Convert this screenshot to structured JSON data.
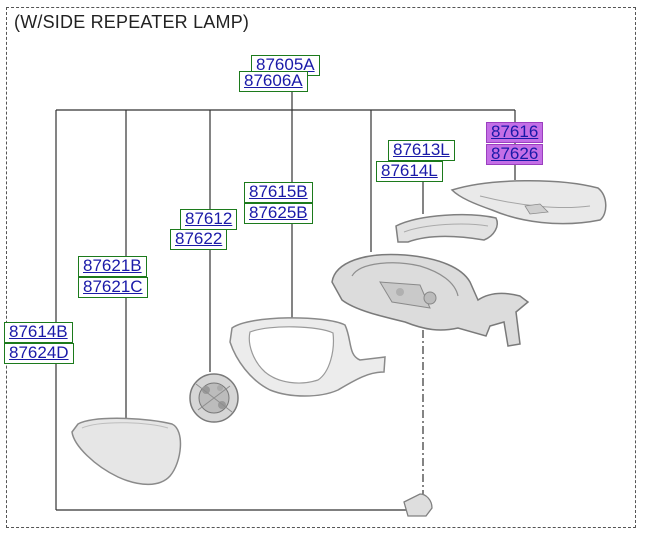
{
  "header": {
    "title": "(W/SIDE REPEATER LAMP)"
  },
  "part_labels": {
    "p87605A": "87605A",
    "p87606A": "87606A",
    "p87616": "87616",
    "p87626": "87626",
    "p87613L": "87613L",
    "p87614L": "87614L",
    "p87615B": "87615B",
    "p87625B": "87625B",
    "p87612": "87612",
    "p87622": "87622",
    "p87621B": "87621B",
    "p87621C": "87621C",
    "p87614B": "87614B",
    "p87624D": "87624D"
  },
  "colors": {
    "label_text": "#1a1aa8",
    "label_border": "#1c7a1c",
    "highlight": "#c46ee6",
    "leader_line": "#333333",
    "part_fill": "#e8e8e8"
  }
}
